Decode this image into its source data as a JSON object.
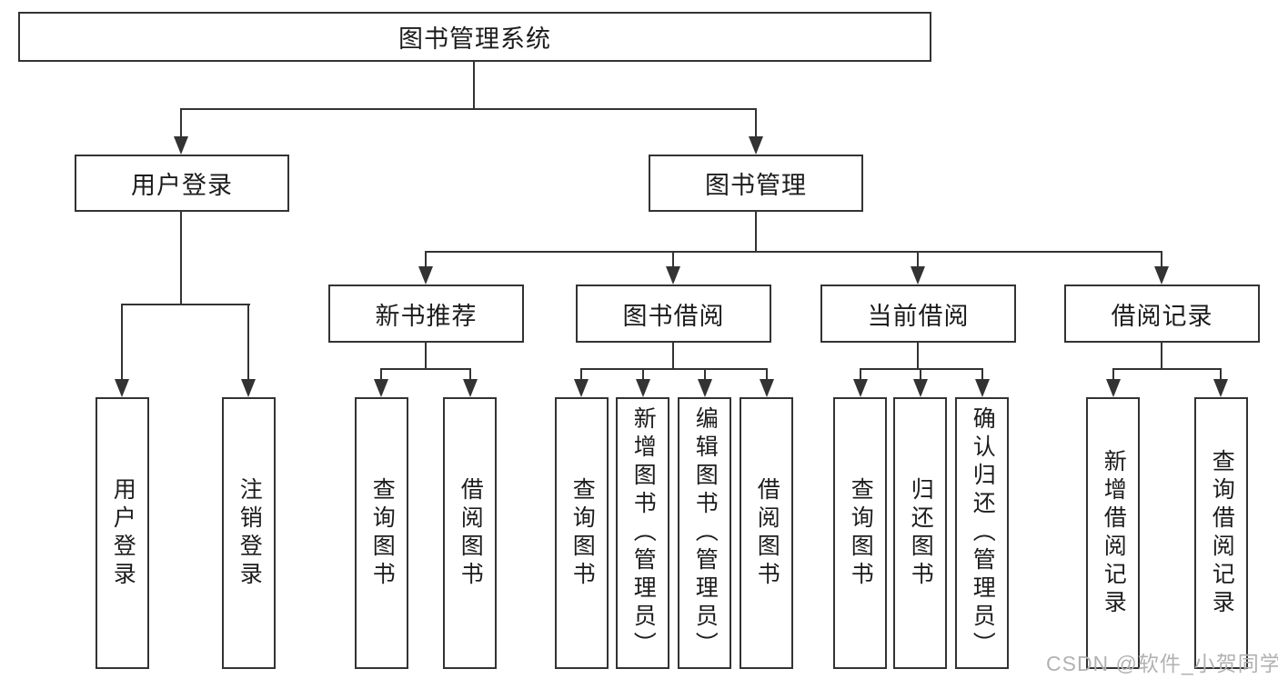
{
  "tree": {
    "root": {
      "label": "图书管理系统"
    },
    "l2": [
      {
        "label": "用户登录",
        "children": [
          {
            "label": "用户登录"
          },
          {
            "label": "注销登录"
          }
        ]
      },
      {
        "label": "图书管理",
        "children": [
          {
            "label": "新书推荐",
            "children": [
              {
                "label": "查询图书"
              },
              {
                "label": "借阅图书"
              }
            ]
          },
          {
            "label": "图书借阅",
            "children": [
              {
                "label": "查询图书"
              },
              {
                "label": "新增图书（管理员）"
              },
              {
                "label": "编辑图书（管理员）"
              },
              {
                "label": "借阅图书"
              }
            ]
          },
          {
            "label": "当前借阅",
            "children": [
              {
                "label": "查询图书"
              },
              {
                "label": "归还图书"
              },
              {
                "label": "确认归还（管理员）"
              }
            ]
          },
          {
            "label": "借阅记录",
            "children": [
              {
                "label": "新增借阅记录"
              },
              {
                "label": "查询借阅记录"
              }
            ]
          }
        ]
      }
    ]
  },
  "watermark": "CSDN @软件_小贺同学",
  "colors": {
    "line": "#333333",
    "text": "#1c1c1c",
    "watermark": "#b2b2b2",
    "background": "#ffffff"
  }
}
